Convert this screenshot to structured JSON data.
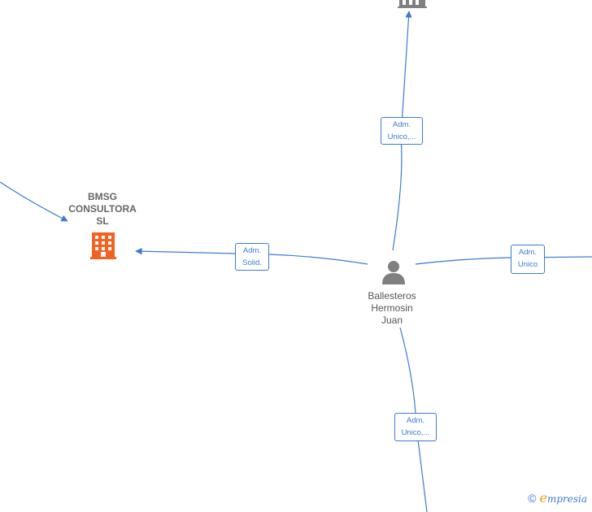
{
  "nodes": {
    "company_main": {
      "name_lines": [
        "BMSG",
        "CONSULTORA",
        "SL"
      ],
      "icon": "building-icon",
      "color": "#f26322"
    },
    "company_top": {
      "icon": "building-icon",
      "color": "#808080"
    },
    "person": {
      "name_lines": [
        "Ballesteros",
        "Hermosin",
        "Juan"
      ],
      "icon": "person-icon",
      "color": "#808080"
    }
  },
  "edges": {
    "to_top": [
      "Adm.",
      "Unico,..."
    ],
    "to_left": [
      "Adm.",
      "Solid."
    ],
    "to_right": [
      "Adm.",
      "Unico"
    ],
    "to_bottom": [
      "Adm.",
      "Unico,..."
    ]
  },
  "colors": {
    "edge": "#3a7bd5",
    "company_accent": "#f26322",
    "grey_icon": "#808080"
  },
  "footer": {
    "copyright": "©",
    "brand_initial": "e",
    "brand_rest": "mpresia"
  }
}
